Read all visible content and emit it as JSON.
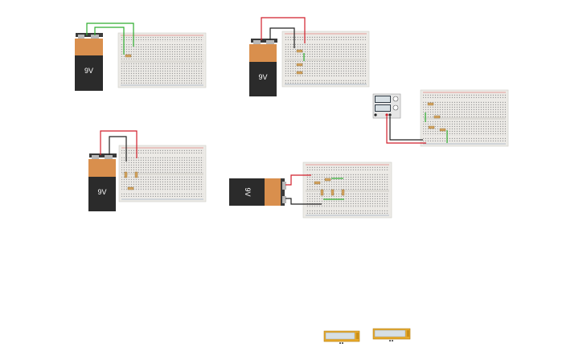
{
  "canvas": {
    "background": "#ffffff"
  },
  "components": {
    "battery_label": "9V",
    "battery_color": "#d98f4d",
    "wire_colors": {
      "red": "#d11f2b",
      "black": "#222222",
      "green": "#2fae2f"
    },
    "lcd_color": "#e8a92a"
  },
  "circuits": [
    {
      "id": "circuit-1",
      "battery": "9V"
    },
    {
      "id": "circuit-2",
      "battery": "9V"
    },
    {
      "id": "circuit-3",
      "source": "power-supply"
    },
    {
      "id": "circuit-4",
      "battery": "9V"
    },
    {
      "id": "circuit-5",
      "battery": "9V"
    },
    {
      "id": "lcd-1"
    },
    {
      "id": "lcd-2"
    }
  ]
}
